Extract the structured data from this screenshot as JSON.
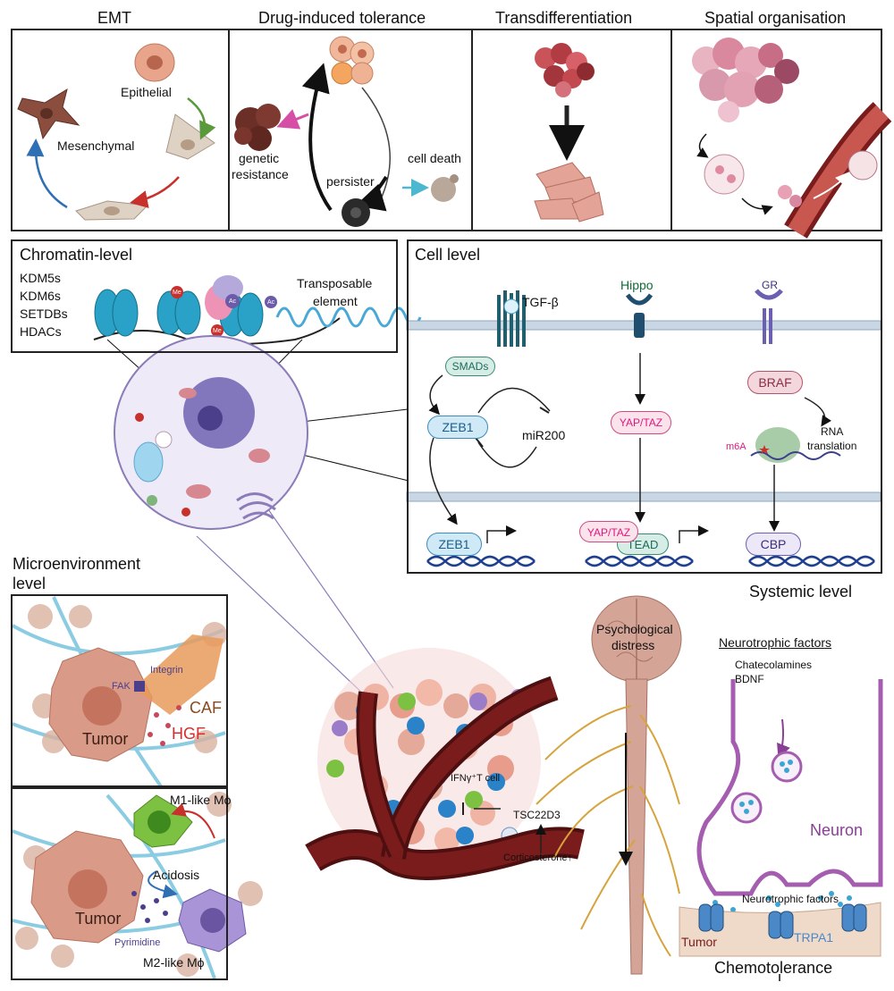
{
  "titles": {
    "emt": "EMT",
    "drug": "Drug-induced tolerance",
    "trans": "Transdifferentiation",
    "spatial": "Spatial organisation",
    "chromatin": "Chromatin-level",
    "cell": "Cell level",
    "micro_line1": "Microenvironment",
    "micro_line2": "level",
    "systemic": "Systemic level"
  },
  "emt": {
    "epithelial": "Epithelial",
    "mesenchymal": "Mesenchymal"
  },
  "drug": {
    "genetic1": "genetic",
    "genetic2": "resistance",
    "persister": "persister",
    "celldeath": "cell death"
  },
  "chromatin": {
    "enzymes": [
      "KDM5s",
      "KDM6s",
      "SETDBs",
      "HDACs"
    ],
    "te1": "Transposable",
    "te2": "element",
    "me": "Me",
    "ac": "Ac"
  },
  "cell": {
    "tgfb": "TGF-β",
    "hippo": "Hippo",
    "gr": "GR",
    "smads": "SMADs",
    "zeb1": "ZEB1",
    "mir200": "miR200",
    "yaptaz": "YAP/TAZ",
    "braf": "BRAF",
    "m6a": "m6A",
    "rna1": "RNA",
    "rna2": "translation",
    "tead": "TEAD",
    "cbp": "CBP"
  },
  "micro": {
    "fak": "FAK",
    "integrin": "Integrin",
    "caf": "CAF",
    "tumor": "Tumor",
    "hgf": "HGF",
    "m1": "M1-like Mϕ",
    "acidosis": "Acidosis",
    "pyrimidine": "Pyrimidine",
    "m2": "M2-like Mϕ"
  },
  "systemic": {
    "psych1": "Psychological",
    "psych2": "distress",
    "ifn": "IFNγ⁺T cell",
    "tsc": "TSC22D3",
    "cort": "Corticosterone↑",
    "neurotrophic": "Neurotrophic factors",
    "chate": "Chatecolamines",
    "bdnf": "BDNF",
    "neuron": "Neuron",
    "ntf": "Neurotrophic factors",
    "tumor": "Tumor",
    "trpa1": "TRPA1",
    "chemo": "Chemotolerance"
  },
  "colors": {
    "zeb": "#cfe9f7",
    "yap_text": "#e0177d",
    "hippo_text": "#0f6b3a",
    "gr_text": "#3a2f7a",
    "braf": "#f4d7dc",
    "membrane": "#a9c0d8",
    "vessel": "#7a1c1c",
    "neuron": "#a55db0"
  }
}
